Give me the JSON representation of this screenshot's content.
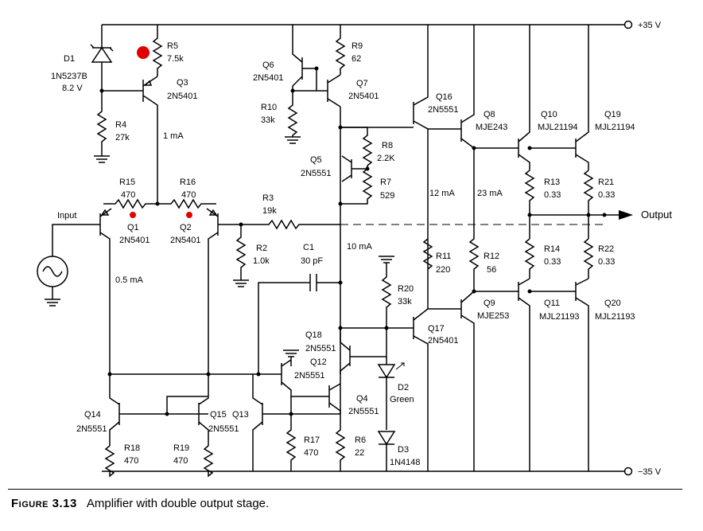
{
  "rails": {
    "pos": "+35 V",
    "neg": "−35 V"
  },
  "labels": {
    "D1": "D1",
    "D1_part": "1N5237B",
    "D1_v": "8.2 V",
    "R5": "R5",
    "R5_v": "7.5k",
    "Q3": "Q3",
    "Q3_part": "2N5401",
    "R4": "R4",
    "R4_v": "27k",
    "I_1mA": "1 mA",
    "Q6": "Q6",
    "Q6_part": "2N5401",
    "R9": "R9",
    "R9_v": "62",
    "Q7": "Q7",
    "Q7_part": "2N5401",
    "R10": "R10",
    "R10_v": "33k",
    "Q16": "Q16",
    "Q16_part": "2N5551",
    "Q8": "Q8",
    "Q8_part": "MJE243",
    "Q10": "Q10",
    "Q10_part": "MJL21194",
    "Q19": "Q19",
    "Q19_part": "MJL21194",
    "R8": "R8",
    "R8_v": "2.2K",
    "Q5": "Q5",
    "Q5_part": "2N5551",
    "R7": "R7",
    "R7_v": "529",
    "I_12mA": "12 mA",
    "I_23mA": "23 mA",
    "R13": "R13",
    "R13_v": "0.33",
    "R21": "R21",
    "R21_v": "0.33",
    "R15": "R15",
    "R15_v": "470",
    "R16": "R16",
    "R16_v": "470",
    "R3": "R3",
    "R3_v": "19k",
    "input": "Input",
    "output": "Output",
    "Q1": "Q1",
    "Q1_part": "2N5401",
    "Q2": "Q2",
    "Q2_part": "2N5401",
    "R2": "R2",
    "R2_v": "1.0k",
    "C1": "C1",
    "C1_v": "30 pF",
    "I_10mA": "10 mA",
    "R11": "R11",
    "R11_v": "220",
    "R12": "R12",
    "R12_v": "56",
    "R14": "R14",
    "R14_v": "0.33",
    "R22": "R22",
    "R22_v": "0.33",
    "I_05mA": "0.5 mA",
    "R20": "R20",
    "R20_v": "33k",
    "Q9": "Q9",
    "Q9_part": "MJE253",
    "Q11": "Q11",
    "Q11_part": "MJL21193",
    "Q20": "Q20",
    "Q20_part": "MJL21193",
    "Q17": "Q17",
    "Q17_part": "2N5401",
    "Q18": "Q18",
    "Q18_part": "2N5551",
    "Q12": "Q12",
    "Q12_part": "2N5551",
    "D2": "D2",
    "D2_color": "Green",
    "Q4": "Q4",
    "Q4_part": "2N5551",
    "Q14": "Q14",
    "Q14_part": "2N5551",
    "Q15": "Q15",
    "Q13": "Q13",
    "Q15_part": "2N5551",
    "R18": "R18",
    "R18_v": "470",
    "R19": "R19",
    "R19_v": "470",
    "R17": "R17",
    "R17_v": "470",
    "R6": "R6",
    "R6_v": "22",
    "D3": "D3",
    "D3_part": "1N4148"
  },
  "caption": {
    "figure": "Figure 3.13",
    "text": "Amplifier with double output stage."
  },
  "colors": {
    "markers": "#e00000"
  }
}
